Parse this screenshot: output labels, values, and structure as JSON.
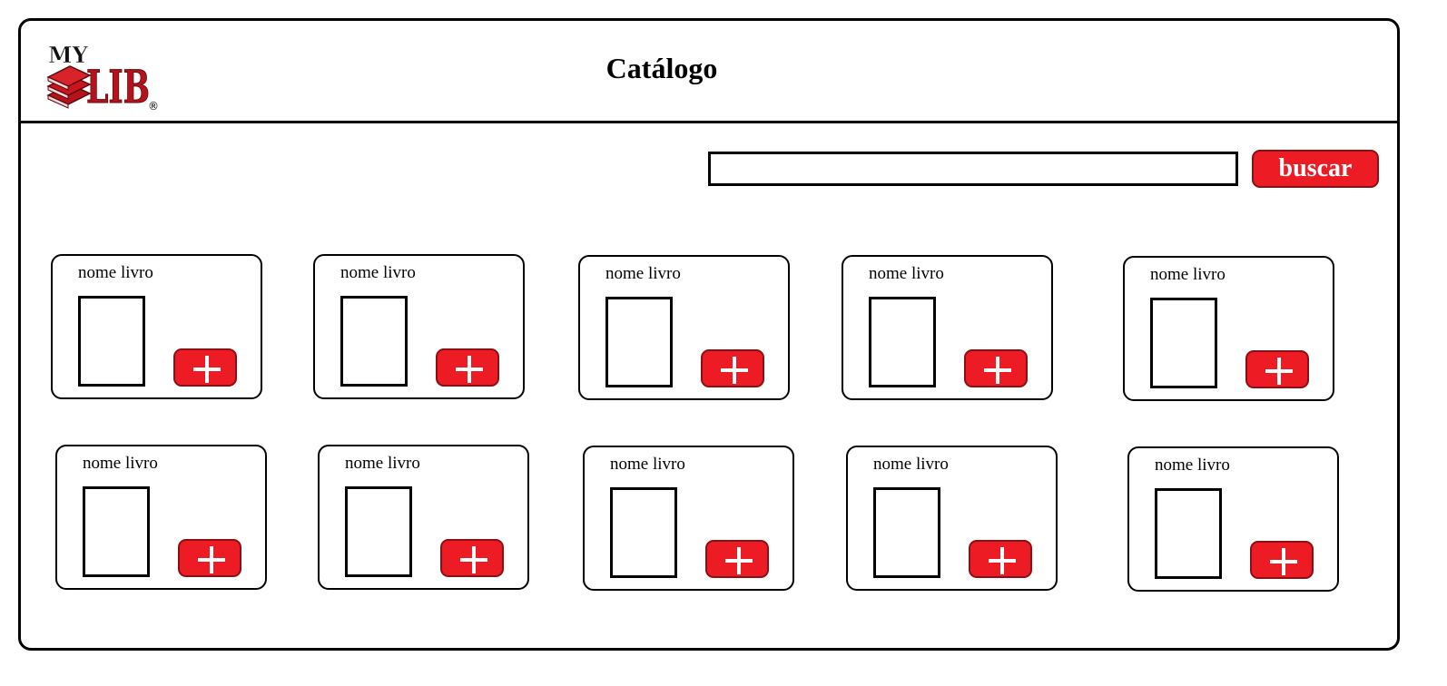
{
  "header": {
    "logo_prefix": "MY",
    "logo_main": "LIB",
    "logo_mark": "®",
    "title": "Catálogo"
  },
  "search": {
    "value": "",
    "placeholder": "",
    "button_label": "buscar"
  },
  "books": [
    {
      "title": "nome livro",
      "add_icon": "plus-icon"
    },
    {
      "title": "nome livro",
      "add_icon": "plus-icon"
    },
    {
      "title": "nome livro",
      "add_icon": "plus-icon"
    },
    {
      "title": "nome livro",
      "add_icon": "plus-icon"
    },
    {
      "title": "nome livro",
      "add_icon": "plus-icon"
    },
    {
      "title": "nome livro",
      "add_icon": "plus-icon"
    },
    {
      "title": "nome livro",
      "add_icon": "plus-icon"
    },
    {
      "title": "nome livro",
      "add_icon": "plus-icon"
    },
    {
      "title": "nome livro",
      "add_icon": "plus-icon"
    },
    {
      "title": "nome livro",
      "add_icon": "plus-icon"
    }
  ],
  "colors": {
    "accent": "#ed1c24",
    "logo_red": "#b5121b",
    "border": "#000000"
  }
}
